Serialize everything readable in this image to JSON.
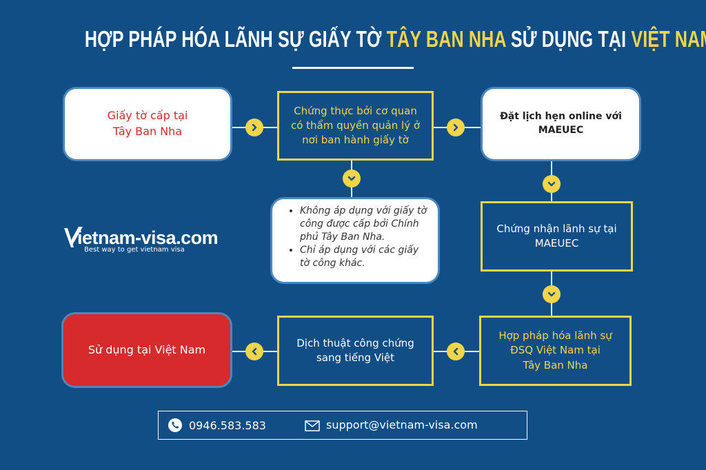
{
  "header": {
    "title_part1": "HỢP PHÁP HÓA LÃNH SỰ GIẤY TỜ ",
    "title_hl1": "TÂY BAN NHA",
    "title_part2": " SỬ DỤNG TẠI ",
    "title_hl2": "VIỆT NAM"
  },
  "colors": {
    "background": "#124e86",
    "accent_yellow": "#f4d54a",
    "red": "#d52b2c",
    "box_border": "#4d86bd"
  },
  "steps": {
    "step1": {
      "line1": "Giấy tờ cấp tại",
      "line2": "Tây Ban Nha"
    },
    "step2": {
      "line1": "Chứng thực bởi cơ quan",
      "line2": "có thẩm quyền quản lý ở",
      "line3": "nơi ban hành giấy tờ"
    },
    "step3": {
      "line1": "Đặt lịch hẹn online với",
      "line2": "MAEUEC"
    },
    "step4": {
      "line1": "Chứng nhận lãnh sự tại",
      "line2": "MAEUEC"
    },
    "step5": {
      "line1": "Hợp pháp hóa lãnh sự",
      "line2": "ĐSQ Việt Nam tại",
      "line3": "Tây Ban Nha"
    },
    "step6": {
      "line1": "Dịch thuật công chứng",
      "line2": "sang tiếng Việt"
    },
    "step7": {
      "line1": "Sử dụng tại Việt Nam"
    }
  },
  "note": {
    "items": [
      "Không áp dụng với giấy tờ công được cấp bởi Chính phủ Tây Ban Nha.",
      "Chỉ áp dụng với các giấy tờ công khác."
    ]
  },
  "logo": {
    "name": "ietnam-visa.com",
    "initial": "V",
    "tagline": "Best way to get vietnam visa"
  },
  "contact": {
    "phone": "0946.583.583",
    "email": "support@vietnam-visa.com",
    "phone_icon": "phone-icon",
    "email_icon": "envelope-icon"
  }
}
